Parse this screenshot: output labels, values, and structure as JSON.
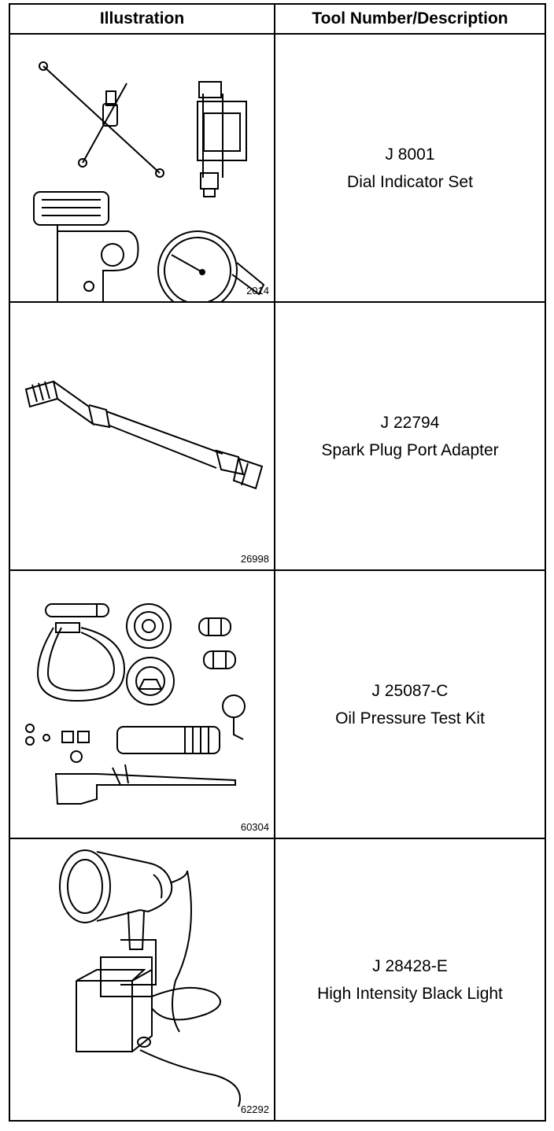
{
  "table": {
    "headers": {
      "illustration": "Illustration",
      "tool": "Tool Number/Description"
    },
    "rows": [
      {
        "figure": "2014",
        "tool_number": "J 8001",
        "description": "Dial Indicator Set",
        "icon": "dial-indicator-set-illustration"
      },
      {
        "figure": "26998",
        "tool_number": "J 22794",
        "description": "Spark Plug Port Adapter",
        "icon": "spark-plug-port-adapter-illustration"
      },
      {
        "figure": "60304",
        "tool_number": "J 25087-C",
        "description": "Oil Pressure Test Kit",
        "icon": "oil-pressure-test-kit-illustration"
      },
      {
        "figure": "62292",
        "tool_number": "J 28428-E",
        "description": "High Intensity Black Light",
        "icon": "black-light-illustration"
      }
    ]
  }
}
